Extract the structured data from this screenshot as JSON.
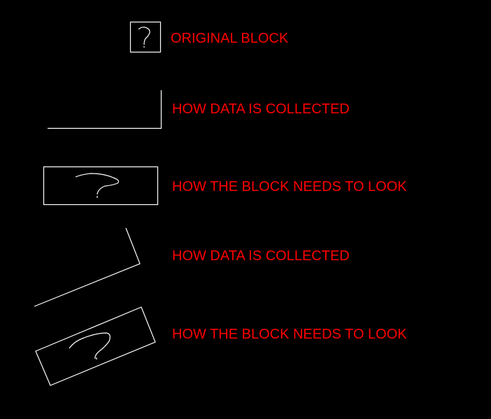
{
  "labels": {
    "original": "ORIGINAL BLOCK",
    "collected_1": "HOW DATA IS COLLECTED",
    "needs_1": "HOW THE BLOCK NEEDS TO LOOK",
    "collected_2": "HOW DATA IS COLLECTED",
    "needs_2": "HOW THE BLOCK NEEDS TO LOOK"
  },
  "colors": {
    "background": "#000000",
    "lines": "#ffffff",
    "text": "#ff0000"
  }
}
